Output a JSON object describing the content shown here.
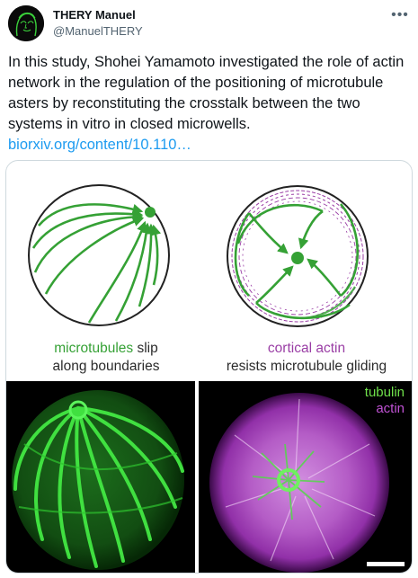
{
  "author": {
    "name": "THERY Manuel",
    "handle": "@ManuelTHERY"
  },
  "tweet": {
    "text": "In this study, Shohei Yamamoto investigated the role of actin network in the regulation of the positioning of microtubule asters by reconstituting the crosstalk between the two systems in vitro in closed microwells.",
    "link": "biorxiv.org/content/10.110…"
  },
  "figure": {
    "left_caption": {
      "highlight": "microtubules",
      "rest_line1": " slip",
      "line2": "along boundaries"
    },
    "right_caption": {
      "highlight": "cortical actin",
      "line2": "resists microtubule gliding"
    },
    "labels": {
      "tubulin": "tubulin",
      "actin": "actin"
    }
  },
  "colors": {
    "microtubule_green": "#35a135",
    "actin_purple": "#9a3ea5",
    "link_blue": "#1d9bf0"
  },
  "icons": {
    "more": "more-horizontal-icon"
  }
}
